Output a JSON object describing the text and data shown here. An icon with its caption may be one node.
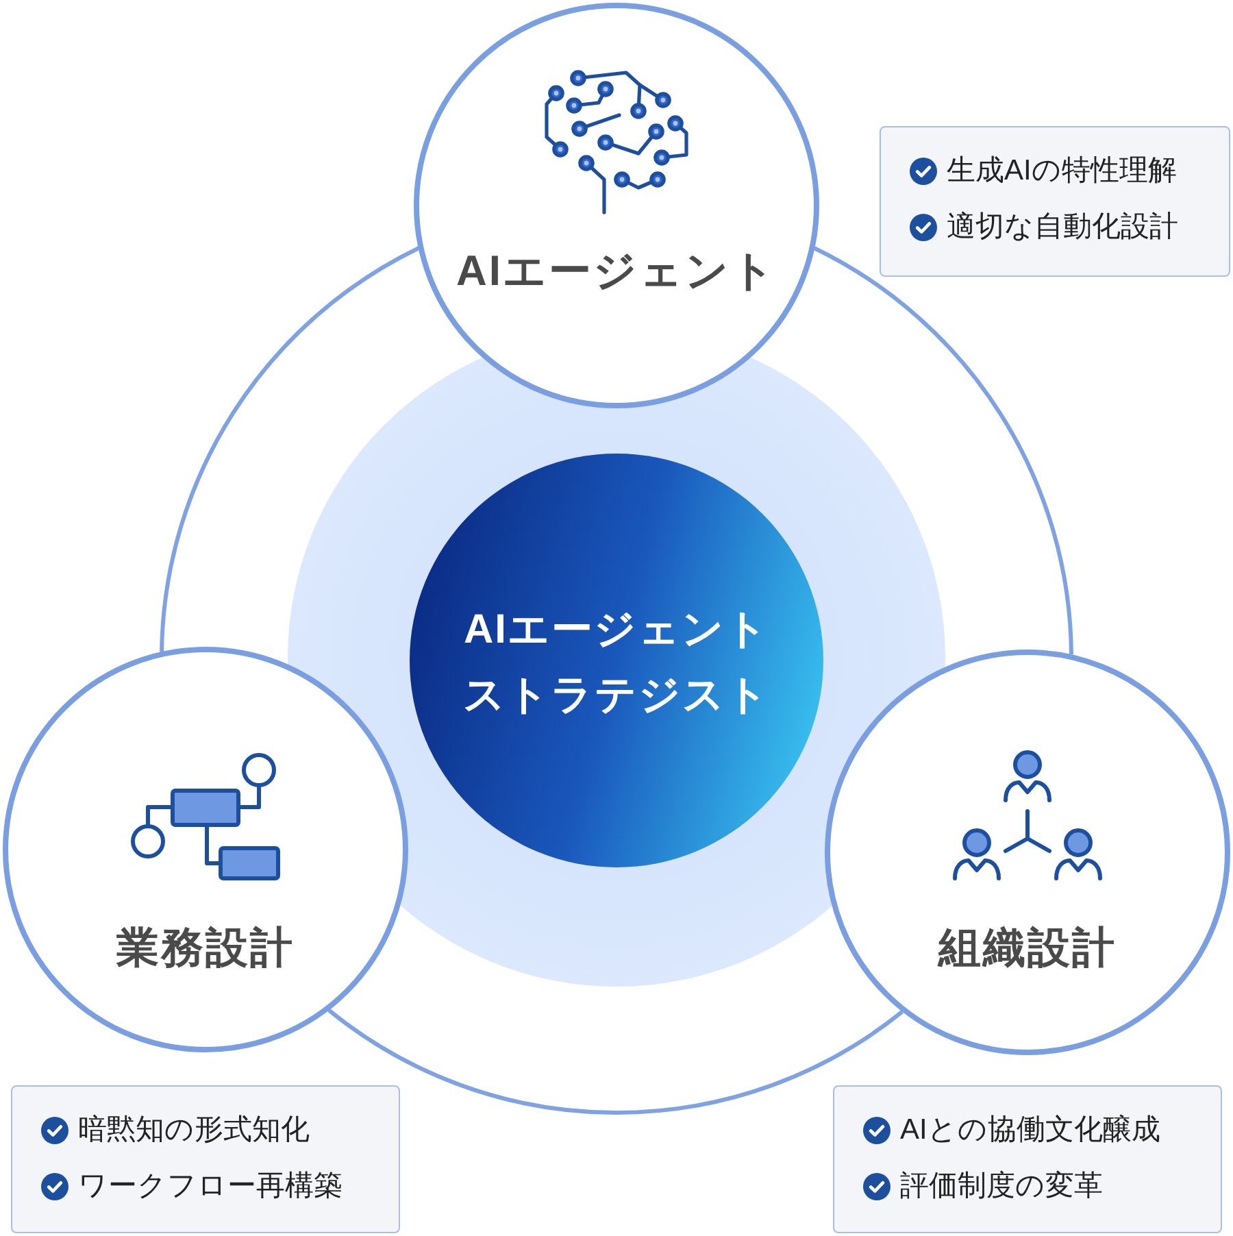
{
  "diagram": {
    "nodes": [
      {
        "text": [
          "AIエージェント"
        ]
      },
      {
        "text": [
          "生成AIの特性理解",
          "適切な自動化設計"
        ]
      },
      {
        "text": [
          "AIエージェントストラテジスト"
        ]
      },
      {
        "text": [
          "業務設計"
        ]
      },
      {
        "text": [
          "組織設計"
        ]
      },
      {
        "text": [
          "暗黙知の形式知化",
          "ワークフロー再構築"
        ]
      },
      {
        "text": [
          "AIとの協働文化醸成",
          "評価制度の変革"
        ]
      }
    ],
    "edges": [
      {
        "from": 0,
        "to": 4,
        "arrow": "none"
      },
      {
        "from": 4,
        "to": 3,
        "arrow": "none"
      },
      {
        "from": 3,
        "to": 0,
        "arrow": "none"
      }
    ]
  }
}
